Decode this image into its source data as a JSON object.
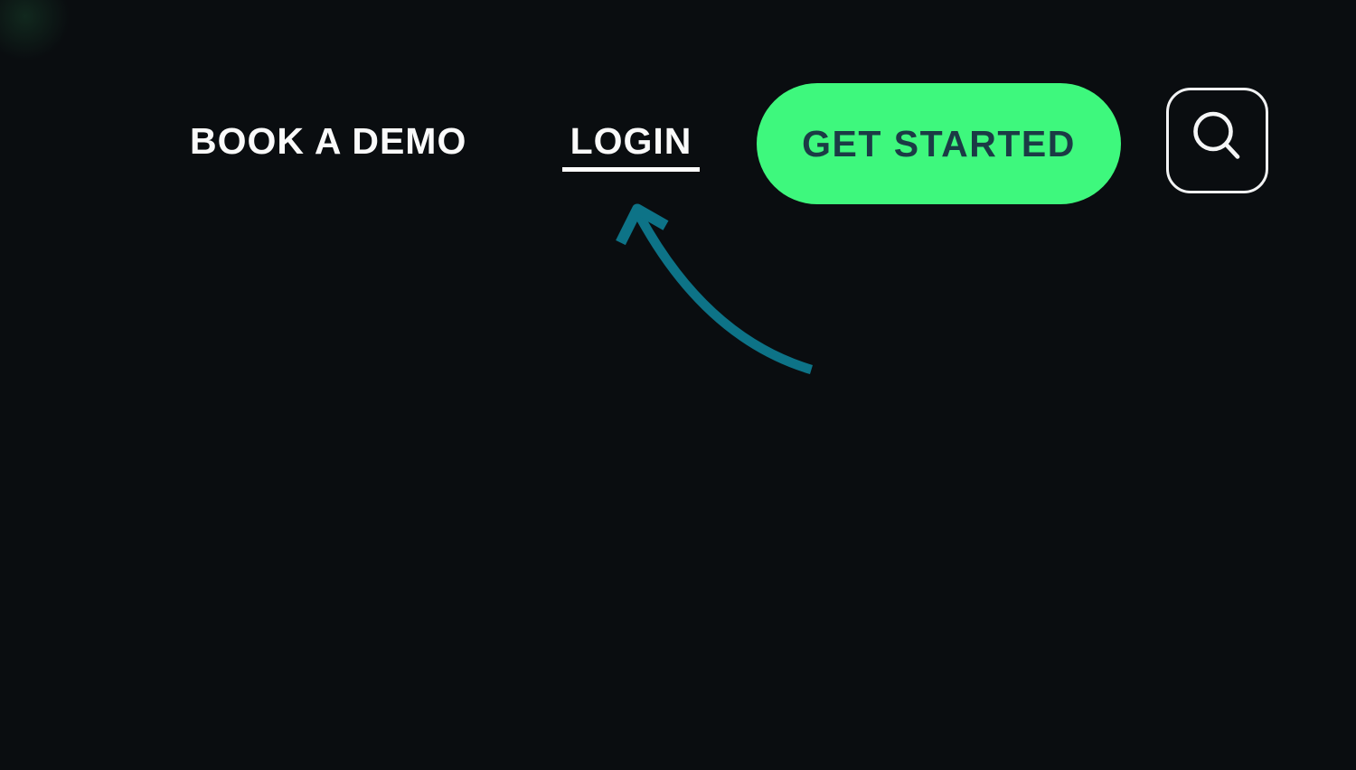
{
  "page": {
    "background_color": "#0a0d10"
  },
  "nav": {
    "book_demo": {
      "label": "BOOK A DEMO"
    },
    "login": {
      "label": "LOGIN",
      "underlined": true
    },
    "get_started": {
      "label": "GET STARTED",
      "bg_color": "#3ef87d",
      "text_color": "#1b3b45"
    },
    "search": {
      "icon": "magnifying-glass"
    }
  },
  "annotation": {
    "arrow_color": "#0d7387",
    "points_to": "LOGIN"
  }
}
